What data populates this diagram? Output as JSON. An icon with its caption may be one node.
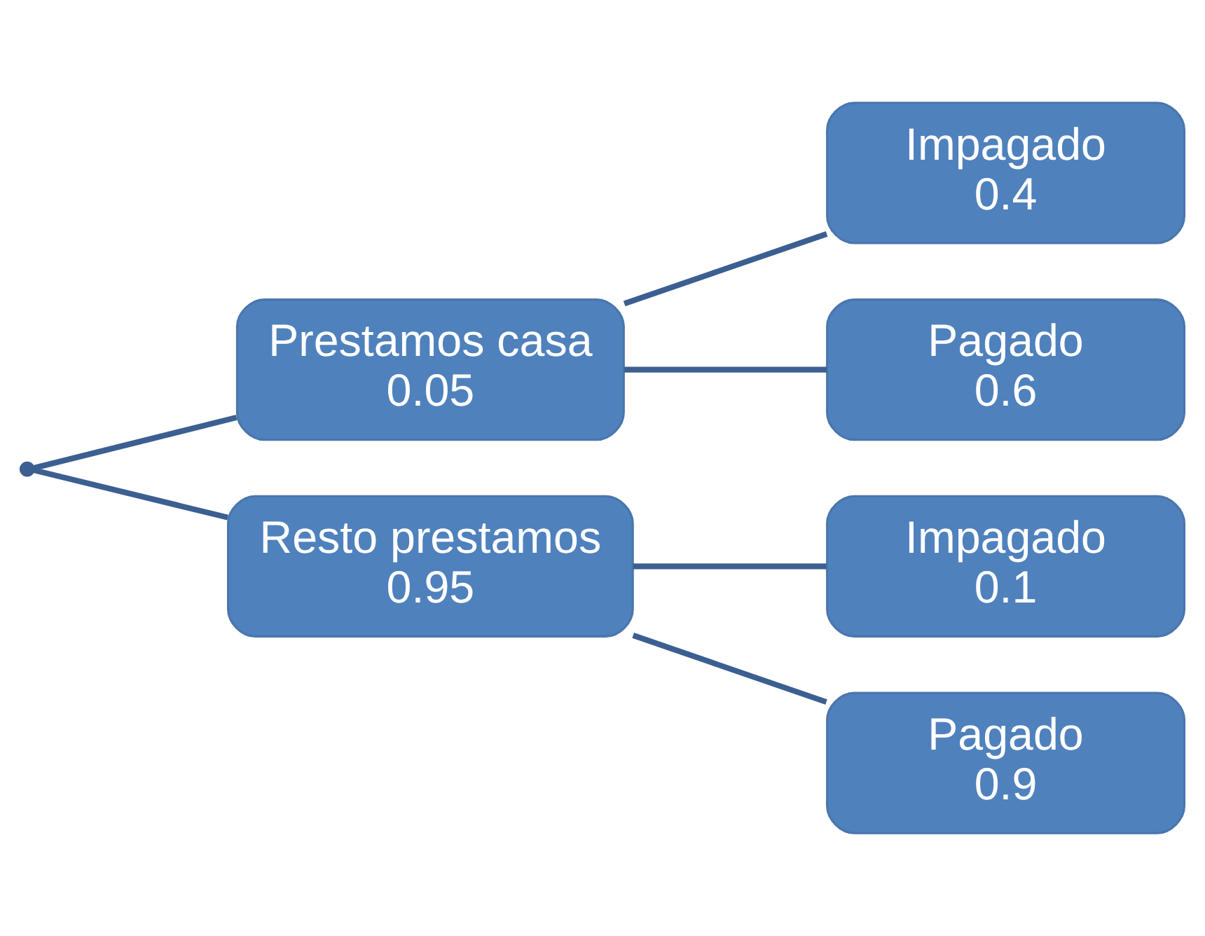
{
  "diagram": {
    "nodes": [
      {
        "text": [],
        "shape": "point"
      },
      {
        "text": [
          "Prestamos casa",
          "0.05"
        ]
      },
      {
        "text": [
          "Resto prestamos",
          "0.95"
        ]
      },
      {
        "text": [
          "Impagado",
          "0.4"
        ]
      },
      {
        "text": [
          "Pagado",
          "0.6"
        ]
      },
      {
        "text": [
          "Impagado",
          "0.1"
        ]
      },
      {
        "text": [
          "Pagado",
          "0.9"
        ]
      }
    ],
    "edges": [
      {
        "from": 0,
        "to": 1,
        "arrow": "none"
      },
      {
        "from": 0,
        "to": 2,
        "arrow": "none"
      },
      {
        "from": 1,
        "to": 3,
        "arrow": "none"
      },
      {
        "from": 1,
        "to": 4,
        "arrow": "none"
      },
      {
        "from": 2,
        "to": 5,
        "arrow": "none"
      },
      {
        "from": 2,
        "to": 6,
        "arrow": "none"
      }
    ]
  }
}
